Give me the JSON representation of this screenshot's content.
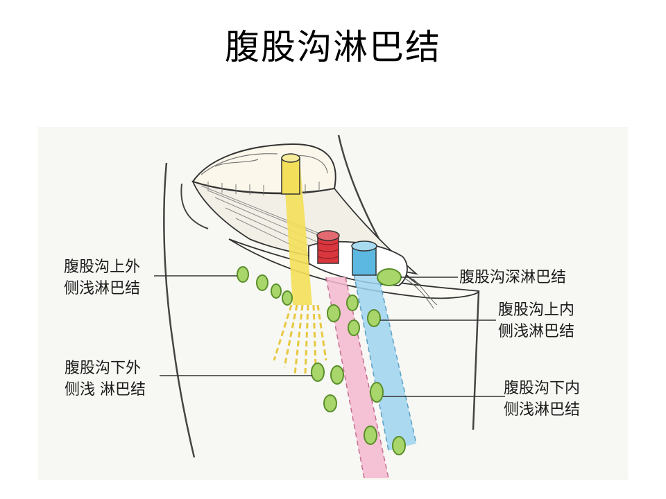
{
  "title": "腹股沟淋巴结",
  "colors": {
    "background": "#ffffff",
    "figure_background": "#f7f7f3",
    "node_fill": "#a9d66a",
    "node_stroke": "#5a8f2a",
    "yellow_structure": "#f3df5a",
    "artery_red": "#d9363e",
    "vein_blue": "#5cb8e0",
    "pink_band": "#f4b7cf",
    "line": "#333333"
  },
  "labels": {
    "superolateral": {
      "line1": "腹股沟上外",
      "line2": "侧浅淋巴结"
    },
    "inferolateral": {
      "line1": "腹股沟下外",
      "line2": "侧浅 淋巴结"
    },
    "deep": {
      "line1": "腹股沟深淋巴结"
    },
    "superomedial": {
      "line1": "腹股沟上内",
      "line2": "侧浅淋巴结"
    },
    "inferomedial": {
      "line1": "腹股沟下内",
      "line2": "侧浅淋巴结"
    }
  }
}
